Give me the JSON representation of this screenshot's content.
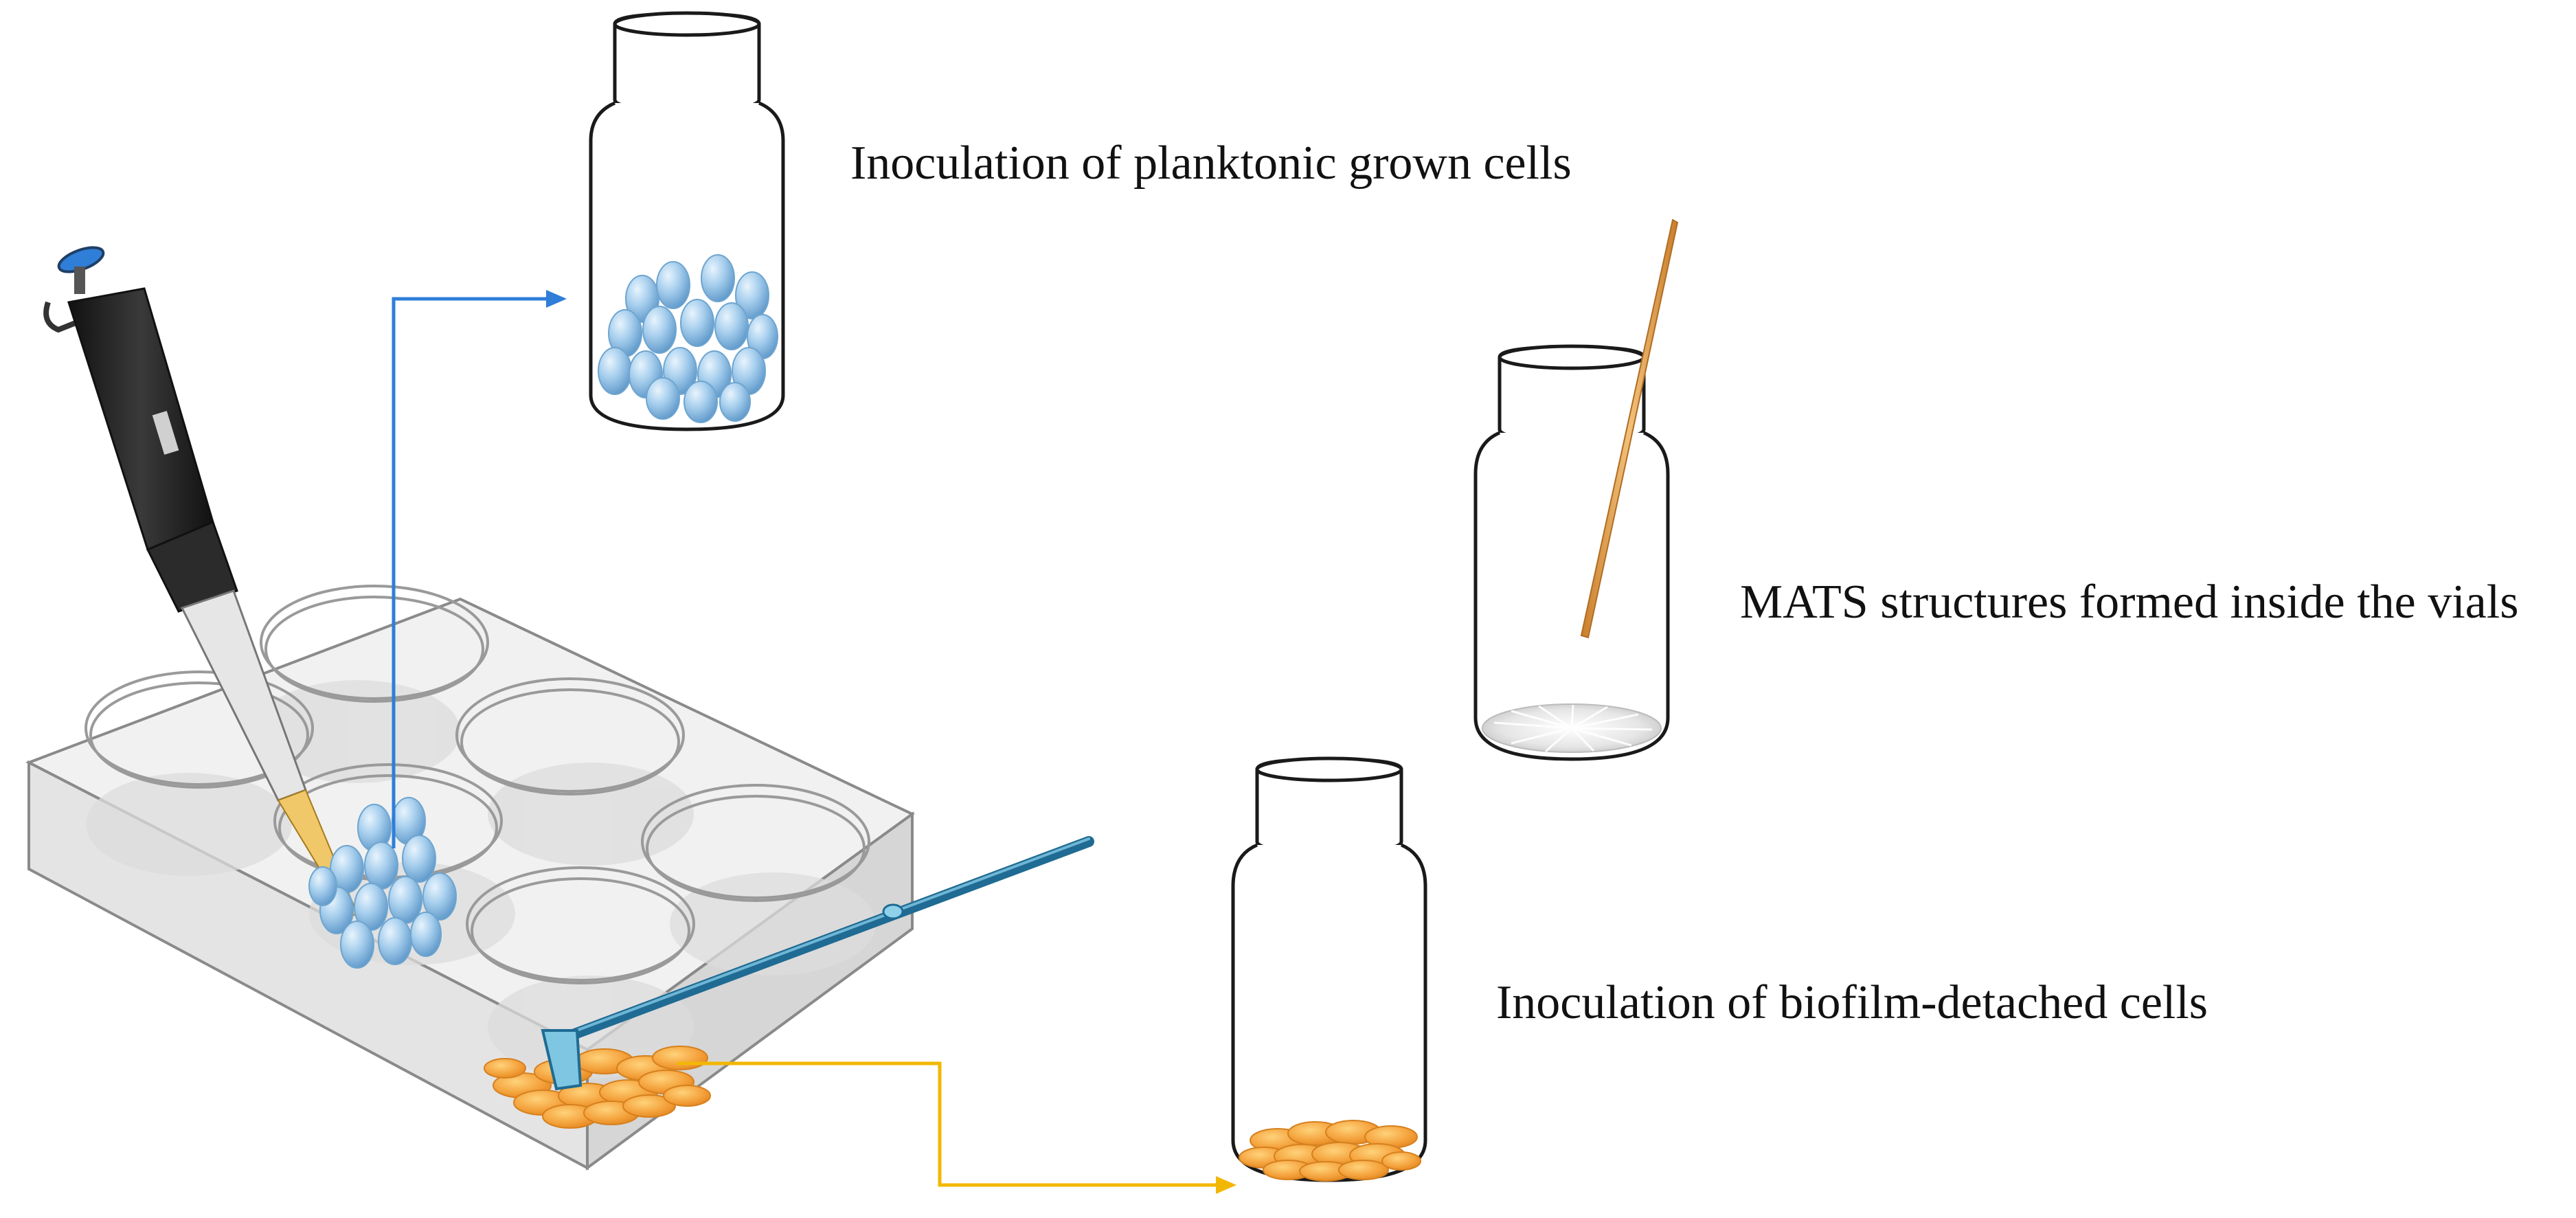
{
  "labels": {
    "planktonic": "Inoculation of planktonic grown cells",
    "mats": "MATS structures formed inside the vials",
    "biofilm": "Inoculation of biofilm-detached cells"
  },
  "colors": {
    "planktonic_arrow": "#2f7ed8",
    "biofilm_arrow": "#f2b705",
    "planktonic_cells": "#9fc9ea",
    "biofilm_cells": "#f4a23c",
    "scraper": "#2a7fa8",
    "toothpick": "#e2a04e",
    "pipette_body": "#262626",
    "plate": "#ededed"
  },
  "icons": {
    "pipette": "micropipette-icon",
    "plate": "six-well-plate-icon",
    "scraper": "cell-scraper-icon",
    "vial": "glass-vial-icon",
    "toothpick": "toothpick-icon"
  }
}
